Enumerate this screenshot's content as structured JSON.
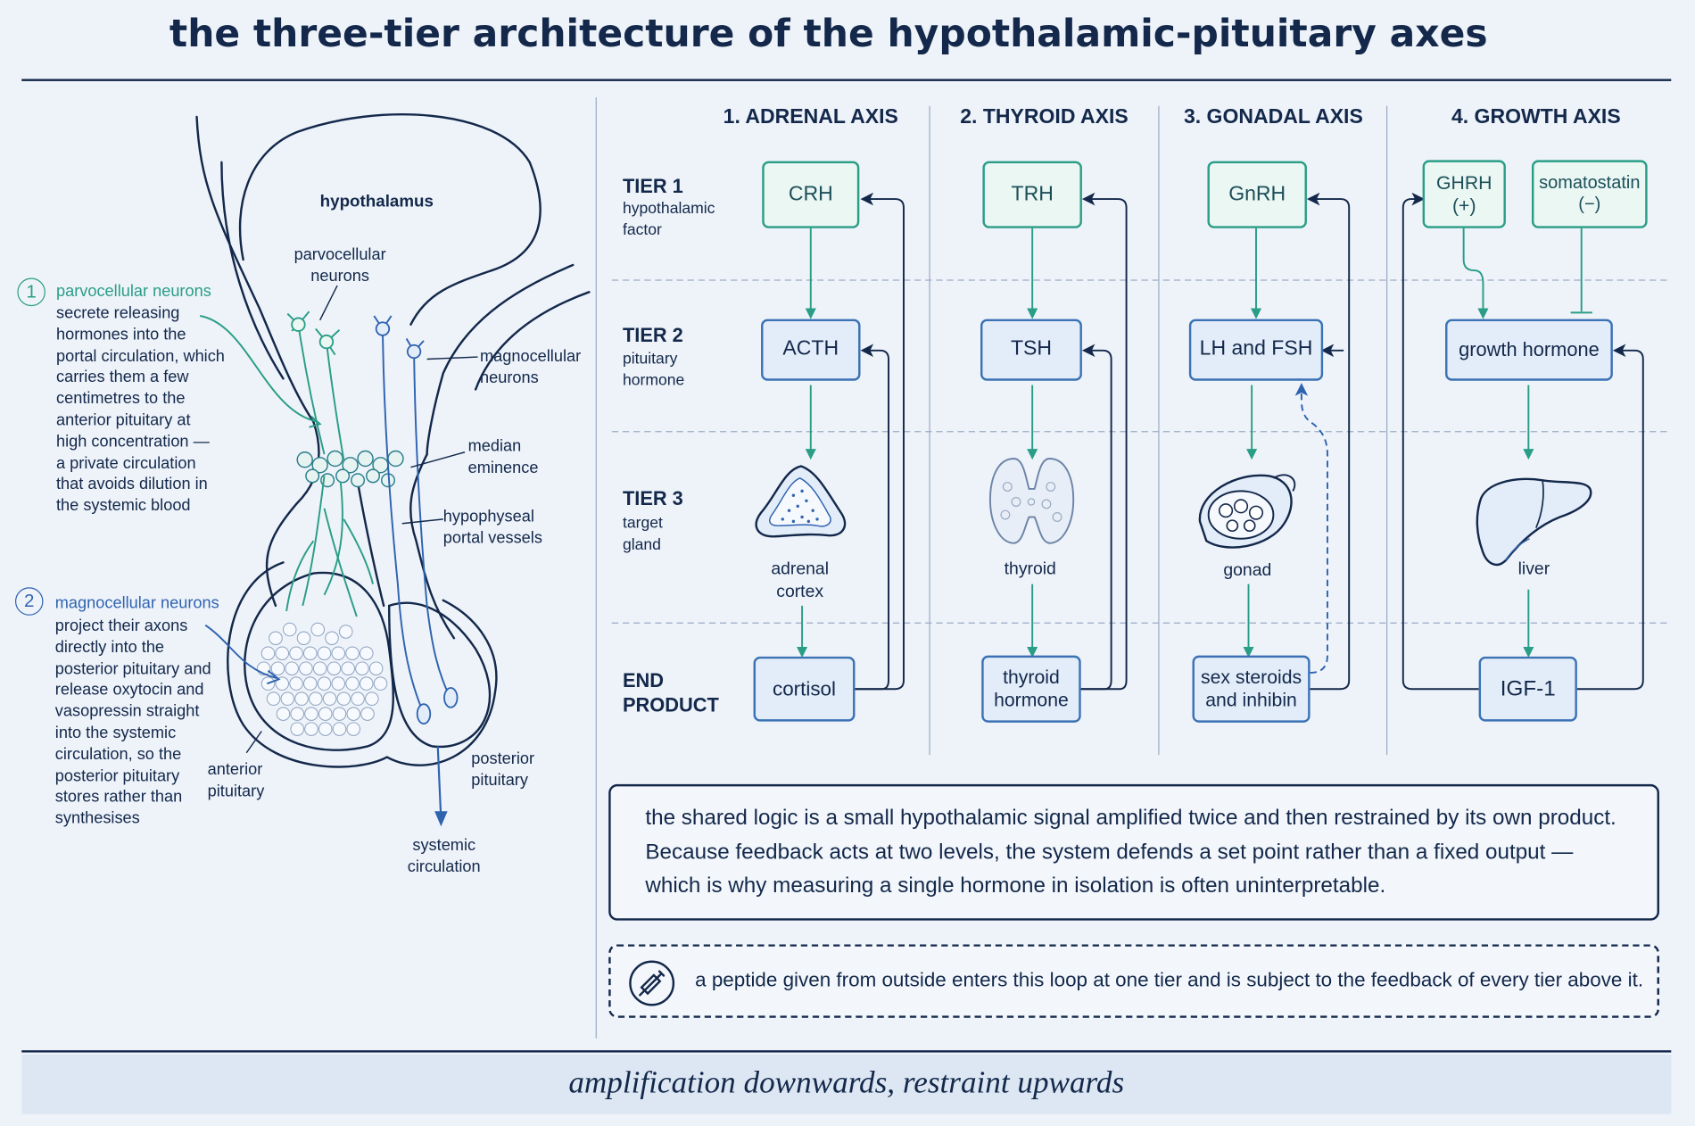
{
  "title": "the three-tier architecture of the hypothalamic-pituitary axes",
  "left_panel": {
    "labels": {
      "hypothalamus": "hypothalamus",
      "parvocellular": "parvocellular\nneurons",
      "magnocellular": "magnocellular\nneurons",
      "median_eminence": "median\neminence",
      "portal_vessels": "hypophyseal\nportal vessels",
      "anterior": "anterior\npituitary",
      "posterior": "posterior\npituitary",
      "systemic": "systemic\ncirculation"
    },
    "notes": [
      {
        "number": "1",
        "heading": "parvocellular neurons",
        "color": "#2a9d86",
        "text": "secrete releasing\nhormones into the\nportal circulation, which\ncarries them a few\ncentimetres to the\nanterior pituitary at\nhigh concentration —\na private circulation\nthat avoids dilution in\nthe systemic blood"
      },
      {
        "number": "2",
        "heading": "magnocellular neurons",
        "color": "#2f63b0",
        "text": "project their axons\ndirectly into the\nposterior pituitary and\nrelease oxytocin and\nvasopressin straight\ninto the systemic\ncirculation, so the\nposterior pituitary\nstores rather than\nsynthesises"
      }
    ]
  },
  "tiers": [
    {
      "heading": "TIER 1",
      "sub": "hypothalamic\nfactor"
    },
    {
      "heading": "TIER 2",
      "sub": "pituitary\nhormone"
    },
    {
      "heading": "TIER 3",
      "sub": "target\ngland"
    },
    {
      "heading": "END\nPRODUCT",
      "sub": ""
    }
  ],
  "axes": [
    {
      "header": "1. ADRENAL AXIS",
      "tier1": "CRH",
      "tier2": "ACTH",
      "gland": "adrenal\ncortex",
      "end": "cortisol",
      "gland_icon": "adrenal-gland-icon"
    },
    {
      "header": "2. THYROID AXIS",
      "tier1": "TRH",
      "tier2": "TSH",
      "gland": "thyroid",
      "end": "thyroid\nhormone",
      "gland_icon": "thyroid-gland-icon"
    },
    {
      "header": "3. GONADAL AXIS",
      "tier1": "GnRH",
      "tier2": "LH and FSH",
      "gland": "gonad",
      "end": "sex steroids\nand inhibin",
      "gland_icon": "gonad-icon"
    },
    {
      "header": "4. GROWTH AXIS",
      "tier1": "GHRH\n(+)",
      "tier1b": "somatostatin\n(−)",
      "tier2": "growth hormone",
      "gland": "liver",
      "end": "IGF-1",
      "gland_icon": "liver-icon"
    }
  ],
  "summary": "the shared logic is a small hypothalamic signal amplified twice and then restrained by its own product.\nBecause feedback acts at two levels, the system defends a set point rather than a fixed output —\nwhich is why measuring a single hormone in isolation is often uninterpretable.",
  "injection_note": "a peptide given from outside enters this loop at one tier and is subject to the feedback of every tier above it.",
  "injection_icon": "syringe-icon",
  "footer": "amplification downwards, restraint upwards",
  "colors": {
    "navy": "#13284a",
    "teal": "#2a9d86",
    "blue": "#2f63b0",
    "background": "#eef3fa"
  }
}
